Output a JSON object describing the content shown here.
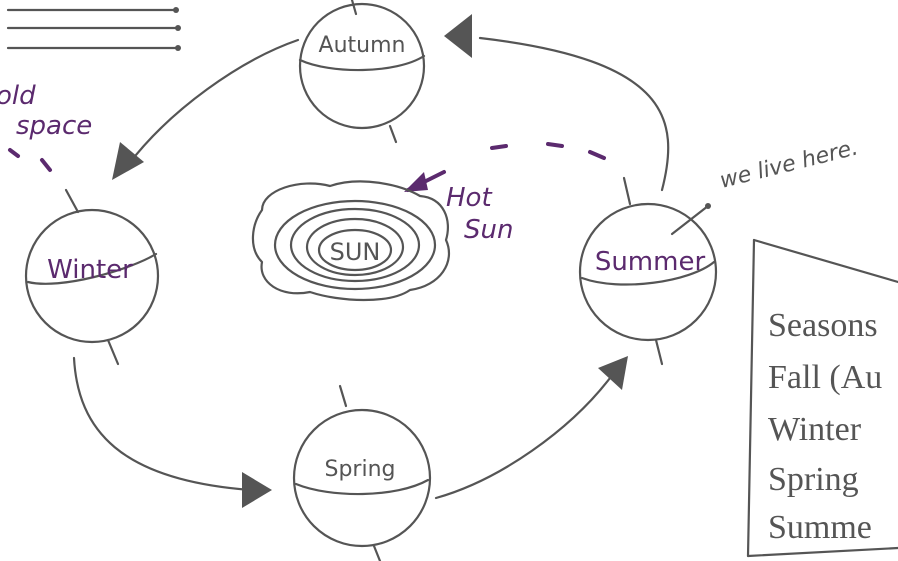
{
  "diagram": {
    "sun_label": "SUN",
    "sun_annotation": [
      "Hot",
      "Sun"
    ],
    "cold_annotation": [
      "old",
      "space"
    ],
    "live_annotation": "we live here.",
    "globes": {
      "autumn": "Autumn",
      "winter": "Winter",
      "spring": "Spring",
      "summer": "Summer"
    },
    "notes": {
      "lines": [
        "Seasons",
        "Fall (Au",
        "Winter",
        "Spring",
        "Summe"
      ]
    }
  }
}
